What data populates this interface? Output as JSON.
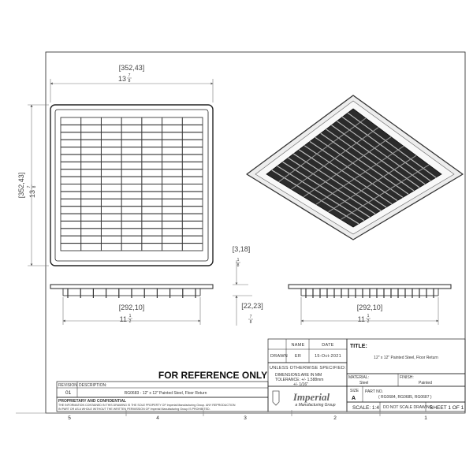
{
  "dimensions": {
    "width_mm": "[352,43]",
    "width_in_whole": "13",
    "width_in_num": "7",
    "width_in_den": "8",
    "height_mm": "[352,43]",
    "height_in_whole": "13",
    "height_in_num": "7",
    "height_in_den": "8",
    "flange_mm": "[3,18]",
    "flange_in_num": "1",
    "flange_in_den": "8",
    "depth_mm": "[22,23]",
    "depth_in_num": "7",
    "depth_in_den": "8",
    "body_width_mm": "[292,10]",
    "body_width_in_whole": "11",
    "body_width_in_num": "1",
    "body_width_in_den": "2",
    "body_width2_mm": "[292,10]",
    "body_width2_in_whole": "11",
    "body_width2_in_num": "1",
    "body_width2_in_den": "2"
  },
  "title_block": {
    "header_name": "NAME",
    "header_date": "DATE",
    "drawn_label": "DRAWN",
    "drawn_name": "ER",
    "drawn_date": "15-Oct-2021",
    "title_label": "TITLE:",
    "title_value": "12\" x 12\" Painted Steel, Floor Return",
    "unless_label": "UNLESS OTHERWISE SPECIFIED:",
    "dimensions_note": "DIMENSIONS ARE IN MM",
    "tolerance_note": "TOLERANCE: +/- 1.588mm",
    "tolerance_in": "+/- 1/16\"",
    "material_label": "MATERIAL:",
    "material_value": "Steel",
    "finish_label": "FINISH:",
    "finish_value": "Painted",
    "size_label": "SIZE",
    "size_value": "A",
    "part_label": "PART NO.",
    "part_value": "( RG0684, RG0685, RG0687 )",
    "scale_label": "SCALE: 1:4",
    "no_scale_note": "DO NOT SCALE DRAWING",
    "sheet_label": "SHEET 1 OF 1",
    "reference": "FOR REFERENCE ONLY",
    "revision_label": "REVISION",
    "description_label": "DESCRIPTION:",
    "revision_value": "01",
    "revision_description": "RG0683 - 12\" x 12\" Painted Steel, Floor Return",
    "prop_title": "PROPRIETARY AND CONFIDENTIAL",
    "prop_line1": "THE INFORMATION CONTAINED IN THIS DRAWING IS THE SOLE PROPERTY OF Imperial Manufacturing Group. ANY REPRODUCTION",
    "prop_line2": "IN PART OR AS A WHOLE WITHOUT THE WRITTEN PERMISSION OF Imperial Manufacturing Group IS PROHIBITED.",
    "logo_text": "Imperial",
    "logo_tagline": "a Manufacturing Group"
  },
  "zones": [
    "5",
    "4",
    "3",
    "2",
    "1"
  ]
}
